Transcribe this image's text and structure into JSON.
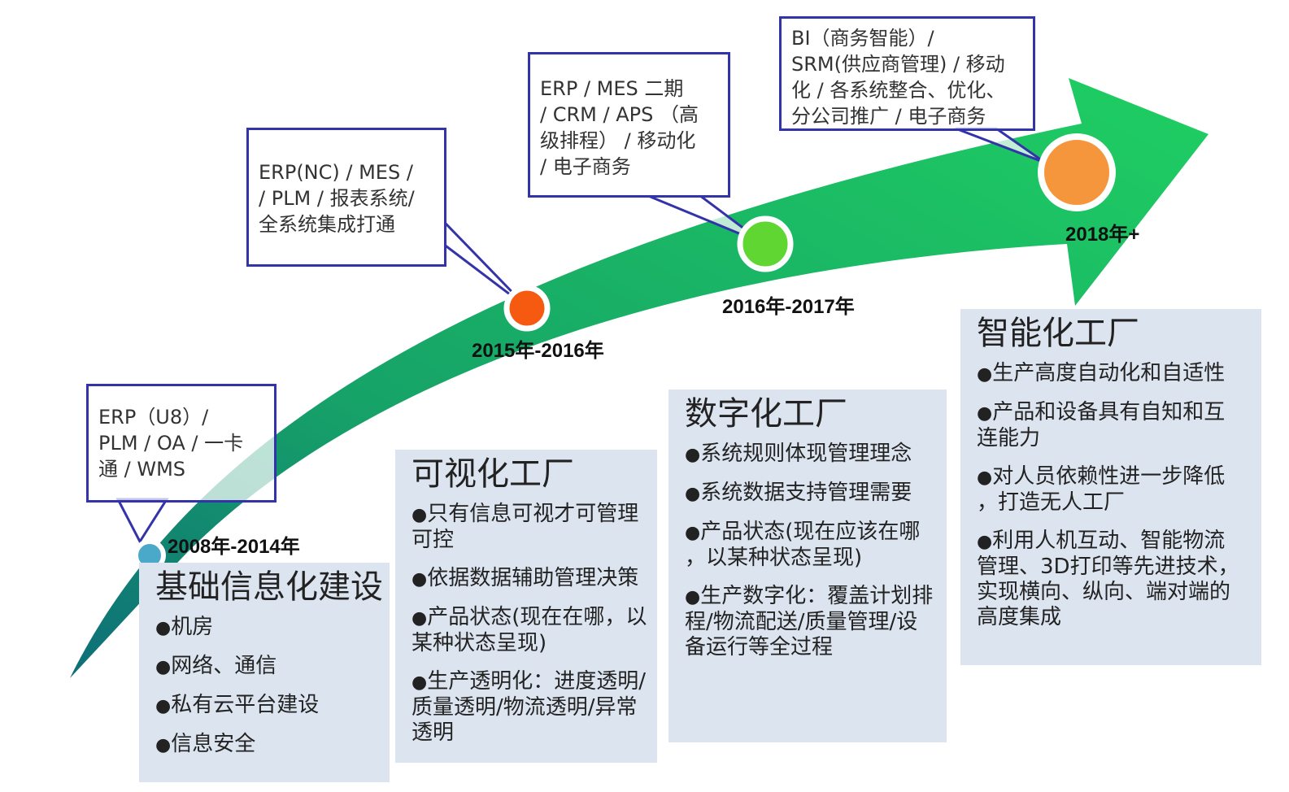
{
  "callouts": [
    {
      "id": "c1",
      "lines": [
        "ERP（U8）/",
        "PLM / OA / 一卡",
        "通 / WMS"
      ]
    },
    {
      "id": "c2",
      "lines": [
        "ERP(NC) / MES /",
        "/ PLM /  报表系统/",
        "全系统集成打通"
      ]
    },
    {
      "id": "c3",
      "lines": [
        "ERP / MES 二期",
        "/ CRM / APS （高",
        "级排程） /  移动化",
        "/ 电子商务"
      ]
    },
    {
      "id": "c4",
      "lines": [
        "BI（商务智能）/",
        "SRM(供应商管理) / 移动",
        "化 / 各系统整合、优化、",
        "分公司推广 / 电子商务"
      ]
    }
  ],
  "years": [
    "2008年-2014年",
    "2015年-2016年",
    "2016年-2017年",
    "2018年+"
  ],
  "milestone_colors": [
    "#4aa8c8",
    "#f55a10",
    "#5fd632",
    "#f5963c"
  ],
  "panels": [
    {
      "title": "基础信息化建设",
      "items": [
        [
          "机房"
        ],
        [
          "网络、通信"
        ],
        [
          "私有云平台建设"
        ],
        [
          "信息安全"
        ]
      ]
    },
    {
      "title": "可视化工厂",
      "items": [
        [
          "只有信息可视才可管理",
          "可控"
        ],
        [
          "依据数据辅助管理决策"
        ],
        [
          "产品状态(现在在哪，以",
          "某种状态呈现)"
        ],
        [
          "生产透明化：进度透明/",
          "质量透明/物流透明/异常",
          "透明"
        ]
      ]
    },
    {
      "title": "数字化工厂",
      "items": [
        [
          "系统规则体现管理理念"
        ],
        [
          "系统数据支持管理需要"
        ],
        [
          "产品状态(现在应该在哪",
          "，以某种状态呈现)"
        ],
        [
          "生产数字化：覆盖计划排",
          "程/物流配送/质量管理/设",
          "备运行等全过程"
        ]
      ]
    },
    {
      "title": "智能化工厂",
      "items": [
        [
          "生产高度自动化和自适性"
        ],
        [
          "产品和设备具有自知和互",
          "连能力"
        ],
        [
          "对人员依赖性进一步降低",
          "，打造无人工厂"
        ],
        [
          "利用人机互动、智能物流",
          "管理、3D打印等先进技术，",
          "实现横向、纵向、端对端的",
          "高度集成"
        ]
      ]
    }
  ],
  "bullet": "●"
}
